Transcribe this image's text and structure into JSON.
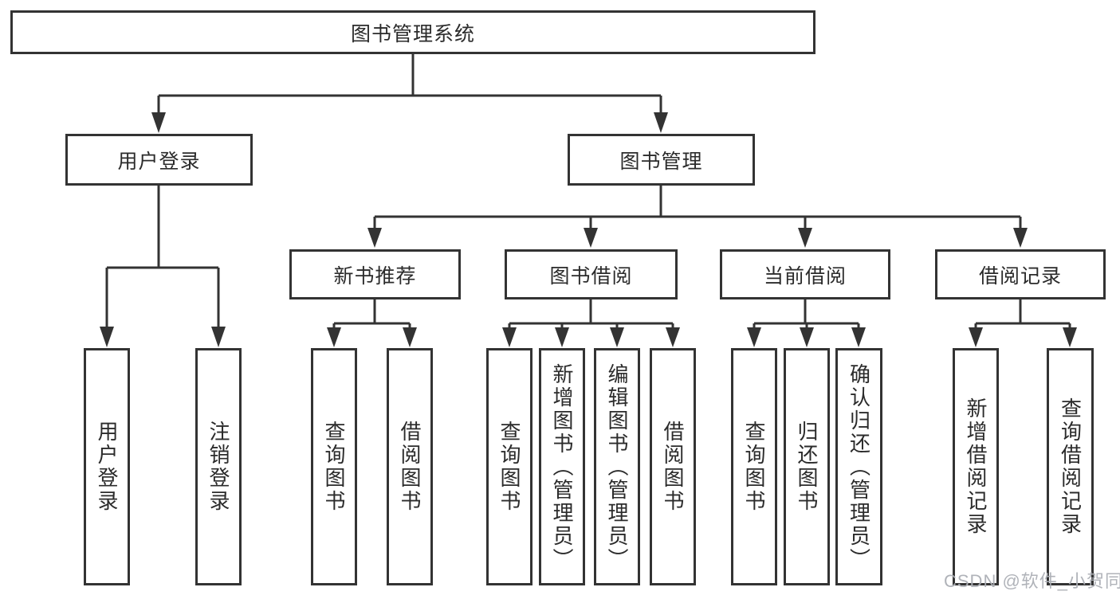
{
  "tree": {
    "root": {
      "label": "图书管理系统"
    },
    "branches": [
      {
        "label": "用户登录",
        "children": [
          {
            "label": "用户登录"
          },
          {
            "label": "注销登录"
          }
        ]
      },
      {
        "label": "图书管理",
        "children": [
          {
            "label": "新书推荐",
            "children": [
              {
                "label": "查询图书"
              },
              {
                "label": "借阅图书"
              }
            ]
          },
          {
            "label": "图书借阅",
            "children": [
              {
                "label": "查询图书"
              },
              {
                "label": "新增图书（管理员）"
              },
              {
                "label": "编辑图书（管理员）"
              },
              {
                "label": "借阅图书"
              }
            ]
          },
          {
            "label": "当前借阅",
            "children": [
              {
                "label": "查询图书"
              },
              {
                "label": "归还图书"
              },
              {
                "label": "确认归还（管理员）"
              }
            ]
          },
          {
            "label": "借阅记录",
            "children": [
              {
                "label": "新增借阅记录"
              },
              {
                "label": "查询借阅记录"
              }
            ]
          }
        ]
      }
    ]
  },
  "watermark": {
    "text": "CSDN @软件_小贺同学"
  },
  "colors": {
    "line": "#333333",
    "border": "#333333",
    "text": "#2b2b2b",
    "background": "#ffffff",
    "watermark": "#acafb5"
  }
}
